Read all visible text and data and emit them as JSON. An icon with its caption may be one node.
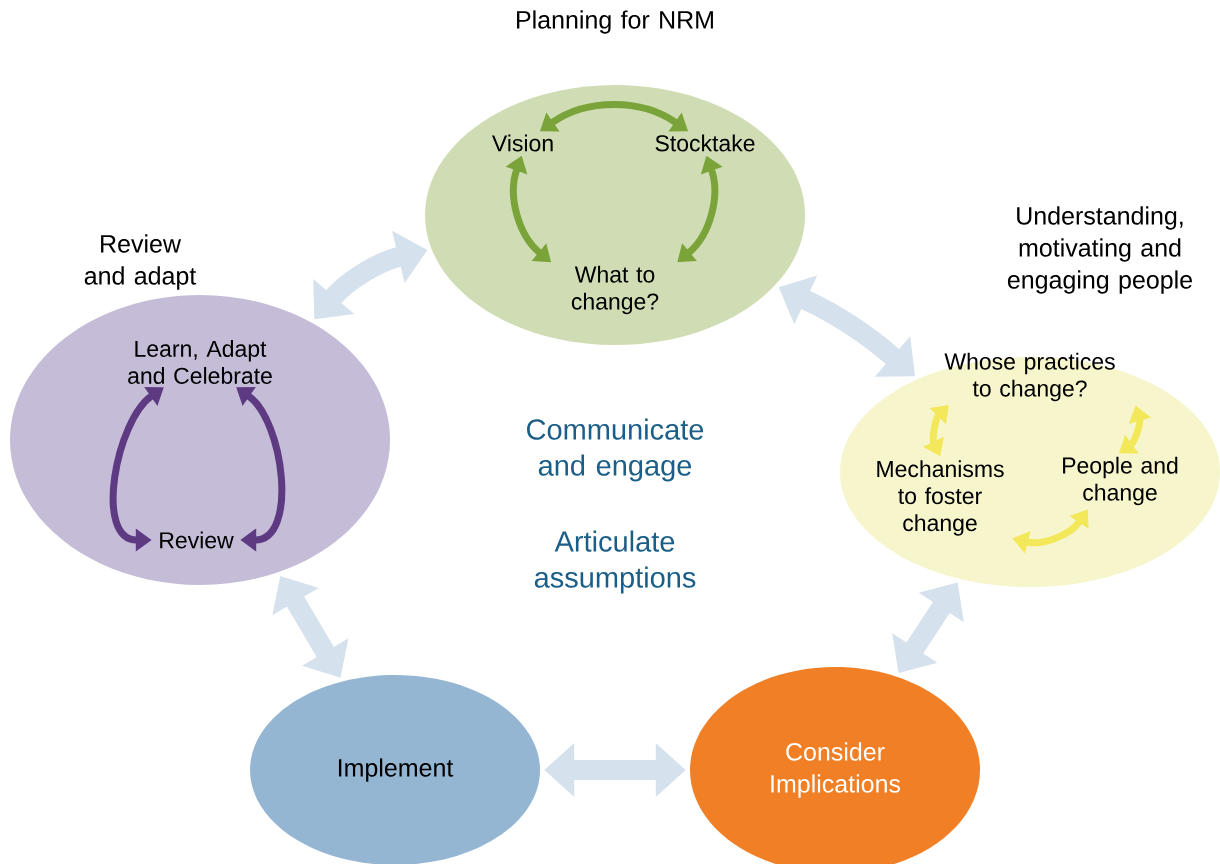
{
  "diagram": {
    "nodes": [
      {
        "text": [
          "Planning for NRM"
        ]
      },
      {
        "text": [
          "Vision"
        ],
        "in": 0
      },
      {
        "text": [
          "Stocktake"
        ],
        "in": 0
      },
      {
        "text": [
          "What to change?"
        ],
        "in": 0
      },
      {
        "text": [
          "Understanding, motivating and engaging people"
        ]
      },
      {
        "text": [
          "Whose practices to change?"
        ],
        "in": 4
      },
      {
        "text": [
          "People and change"
        ],
        "in": 4
      },
      {
        "text": [
          "Mechanisms to foster change"
        ],
        "in": 4
      },
      {
        "text": [
          "Consider Implications"
        ]
      },
      {
        "text": [
          "Implement"
        ]
      },
      {
        "text": [
          "Review and adapt"
        ]
      },
      {
        "text": [
          "Learn, Adapt and Celebrate"
        ],
        "in": 10
      },
      {
        "text": [
          "Review"
        ],
        "in": 10
      }
    ],
    "edges": [
      {
        "from": 0,
        "to": 4,
        "arrow": "both",
        "style": "thick",
        "color": "#d5e1ec"
      },
      {
        "from": 4,
        "to": 8,
        "arrow": "both",
        "style": "thick",
        "color": "#d5e1ec"
      },
      {
        "from": 8,
        "to": 9,
        "arrow": "both",
        "style": "thick",
        "color": "#d5e1ec"
      },
      {
        "from": 9,
        "to": 10,
        "arrow": "both",
        "style": "thick",
        "color": "#d5e1ec"
      },
      {
        "from": 10,
        "to": 0,
        "arrow": "both",
        "style": "thick",
        "color": "#d5e1ec"
      },
      {
        "from": 1,
        "to": 2,
        "arrow": "both",
        "color": "#7aa43a"
      },
      {
        "from": 2,
        "to": 3,
        "arrow": "both",
        "color": "#7aa43a"
      },
      {
        "from": 3,
        "to": 1,
        "arrow": "both",
        "color": "#7aa43a"
      },
      {
        "from": 5,
        "to": 6,
        "arrow": "both",
        "color": "#f2e85a"
      },
      {
        "from": 6,
        "to": 7,
        "arrow": "both",
        "color": "#f2e85a"
      },
      {
        "from": 7,
        "to": 5,
        "arrow": "both",
        "color": "#f2e85a"
      },
      {
        "from": 11,
        "to": 12,
        "arrow": "both",
        "color": "#5e3a82"
      },
      {
        "from": 11,
        "to": 12,
        "arrow": "both",
        "color": "#5e3a82"
      }
    ],
    "labels": [
      "Communicate and engage",
      "Articulate assumptions"
    ]
  }
}
